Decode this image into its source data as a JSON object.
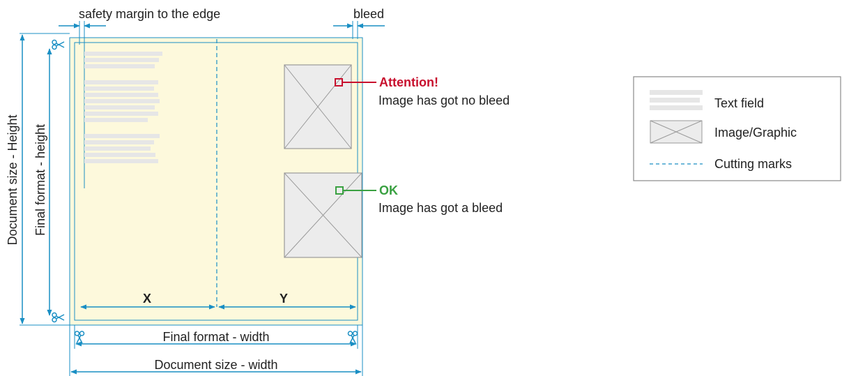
{
  "labels": {
    "safety_margin": "safety margin to the edge",
    "bleed": "bleed",
    "document_height": "Document size - Height",
    "final_height": "Final format - height",
    "final_width": "Final format - width",
    "document_width": "Document size - width",
    "panel_x": "X",
    "panel_y": "Y"
  },
  "callouts": {
    "attention_title": "Attention!",
    "attention_text": "Image has got no bleed",
    "ok_title": "OK",
    "ok_text": "Image has got a bleed"
  },
  "legend": {
    "text_field": "Text field",
    "image_graphic": "Image/Graphic",
    "cutting_marks": "Cutting marks"
  },
  "colors": {
    "accent_blue": "#1a8fc4",
    "attention_red": "#c8102e",
    "ok_green": "#3aa142",
    "page_fill": "#fdf9dc",
    "placeholder_gray": "#e6e6e6"
  },
  "icons": {
    "cut": "scissors-icon"
  }
}
